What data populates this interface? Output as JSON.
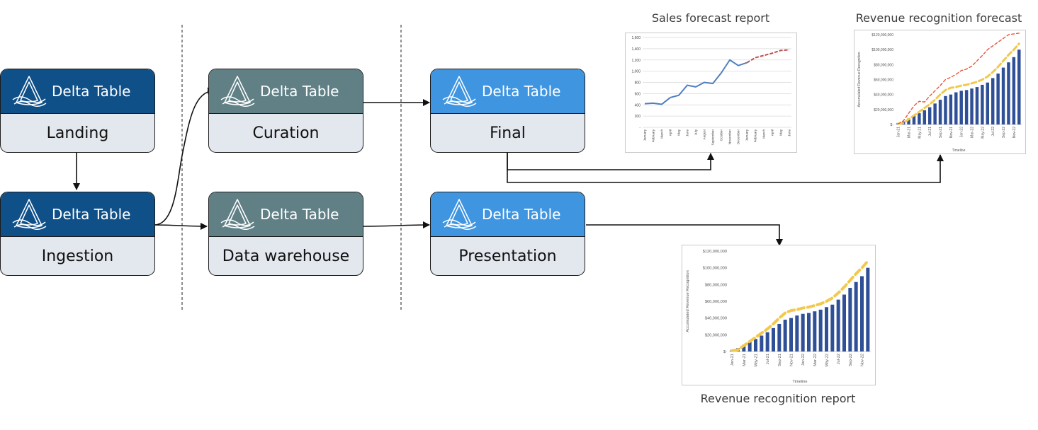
{
  "nodes": {
    "landing": {
      "header": "Delta Table",
      "label": "Landing"
    },
    "ingestion": {
      "header": "Delta Table",
      "label": "Ingestion"
    },
    "curation": {
      "header": "Delta Table",
      "label": "Curation"
    },
    "warehouse": {
      "header": "Delta Table",
      "label": "Data warehouse"
    },
    "final": {
      "header": "Delta Table",
      "label": "Final"
    },
    "presentation": {
      "header": "Delta Table",
      "label": "Presentation"
    }
  },
  "colors": {
    "dark_header": "#0f5089",
    "slate_header": "#608086",
    "blue_header": "#3f95e0",
    "label_bg": "#e3e7ee",
    "bar": "#2f4f96",
    "line": "#4f7fc0",
    "forecast": "#c0504d",
    "dash_yellow": "#f3c84b",
    "dash_red": "#e8553a"
  },
  "icons": {
    "logo": "delta-lake-icon"
  },
  "charts": {
    "sales": {
      "title": "Sales forecast report"
    },
    "rev_forecast": {
      "title": "Revenue recognition forecast"
    },
    "rev_report": {
      "title": "Revenue recognition report"
    }
  },
  "chart_data": [
    {
      "type": "line",
      "title": "Sales forecast report",
      "categories": [
        "January",
        "February",
        "March",
        "April",
        "May",
        "June",
        "July",
        "August",
        "September",
        "October",
        "November",
        "December",
        "January",
        "February",
        "March",
        "April",
        "May",
        "June"
      ],
      "ylim": [
        0,
        1600
      ],
      "yticks": [
        "-",
        "200",
        "400",
        "600",
        "800",
        "1,000",
        "1,200",
        "1,400",
        "1,600"
      ],
      "series": [
        {
          "values": [
            420,
            430,
            410,
            530,
            570,
            750,
            720,
            800,
            780,
            970,
            1200,
            1100,
            1150,
            null,
            null,
            null,
            null,
            null
          ]
        },
        {
          "values": [
            null,
            null,
            null,
            null,
            null,
            null,
            null,
            null,
            null,
            null,
            null,
            null,
            1150,
            1240,
            1280,
            1320,
            1370,
            1380
          ]
        }
      ],
      "grid": true
    },
    {
      "type": "bar",
      "title": "Revenue recognition forecast",
      "ylabel": "Accumulated Revenue Recognition",
      "xlabel": "Timeline",
      "ylim": [
        0,
        120000000
      ],
      "yticks": [
        "$-",
        "$20,000,000",
        "$40,000,000",
        "$60,000,000",
        "$80,000,000",
        "$100,000,000",
        "$120,000,000"
      ],
      "categories": [
        "Jan-21",
        "Feb-21",
        "Mar-21",
        "Apr-21",
        "May-21",
        "Jun-21",
        "Jul-21",
        "Aug-21",
        "Sep-21",
        "Oct-21",
        "Nov-21",
        "Dec-21",
        "Jan-22",
        "Feb-22",
        "Mar-22",
        "Apr-22",
        "May-22",
        "Jun-22",
        "Jul-22",
        "Aug-22",
        "Sep-22",
        "Oct-22",
        "Nov-22",
        "Dec-22"
      ],
      "xtick_labels": [
        "Jan-21",
        "Mar-21",
        "May-21",
        "Jul-21",
        "Sep-21",
        "Nov-21",
        "Jan-22",
        "Mar-22",
        "May-22",
        "Jul-22",
        "Sep-22",
        "Nov-22"
      ],
      "values": [
        2000000,
        4000000,
        8000000,
        12000000,
        15000000,
        19000000,
        23000000,
        28000000,
        33000000,
        38000000,
        40000000,
        43000000,
        45000000,
        46000000,
        48000000,
        50000000,
        53000000,
        56000000,
        62000000,
        68000000,
        76000000,
        83000000,
        90000000,
        100000000
      ],
      "lines": [
        {
          "style": "yellow-dash",
          "values": [
            1000000,
            2000000,
            7000000,
            12000000,
            17000000,
            22000000,
            27000000,
            33000000,
            40000000,
            46000000,
            49000000,
            50000000,
            52000000,
            53000000,
            55000000,
            57000000,
            60000000,
            64000000,
            70000000,
            77000000,
            85000000,
            93000000,
            100000000,
            108000000
          ]
        },
        {
          "style": "red-dash",
          "values": [
            1000000,
            5000000,
            15000000,
            25000000,
            31000000,
            30000000,
            38000000,
            45000000,
            52000000,
            60000000,
            63000000,
            67000000,
            72000000,
            74000000,
            78000000,
            85000000,
            92000000,
            100000000,
            105000000,
            110000000,
            115000000,
            120000000,
            121000000,
            122000000
          ]
        }
      ]
    },
    {
      "type": "bar",
      "title": "Revenue recognition report",
      "ylabel": "Accumulated Revenue Recognition",
      "xlabel": "Timeline",
      "ylim": [
        0,
        120000000
      ],
      "yticks": [
        "$-",
        "$20,000,000",
        "$40,000,000",
        "$60,000,000",
        "$80,000,000",
        "$100,000,000",
        "$120,000,000"
      ],
      "categories": [
        "Jan-21",
        "Feb-21",
        "Mar-21",
        "Apr-21",
        "May-21",
        "Jun-21",
        "Jul-21",
        "Aug-21",
        "Sep-21",
        "Oct-21",
        "Nov-21",
        "Dec-21",
        "Jan-22",
        "Feb-22",
        "Mar-22",
        "Apr-22",
        "May-22",
        "Jun-22",
        "Jul-22",
        "Aug-22",
        "Sep-22",
        "Oct-22",
        "Nov-22",
        "Dec-22"
      ],
      "xtick_labels": [
        "Jan-21",
        "Mar-21",
        "May-21",
        "Jul-21",
        "Sep-21",
        "Nov-21",
        "Jan-22",
        "Mar-22",
        "May-22",
        "Jul-22",
        "Sep-22",
        "Nov-22"
      ],
      "values": [
        2000000,
        4000000,
        8000000,
        12000000,
        15000000,
        19000000,
        23000000,
        28000000,
        33000000,
        38000000,
        40000000,
        43000000,
        45000000,
        46000000,
        48000000,
        50000000,
        53000000,
        56000000,
        62000000,
        68000000,
        76000000,
        83000000,
        90000000,
        100000000
      ],
      "lines": [
        {
          "style": "yellow-dash",
          "values": [
            1000000,
            2000000,
            7000000,
            12000000,
            17000000,
            22000000,
            27000000,
            33000000,
            40000000,
            46000000,
            49000000,
            50000000,
            52000000,
            53000000,
            55000000,
            57000000,
            60000000,
            64000000,
            70000000,
            77000000,
            85000000,
            93000000,
            100000000,
            108000000
          ]
        }
      ]
    }
  ]
}
